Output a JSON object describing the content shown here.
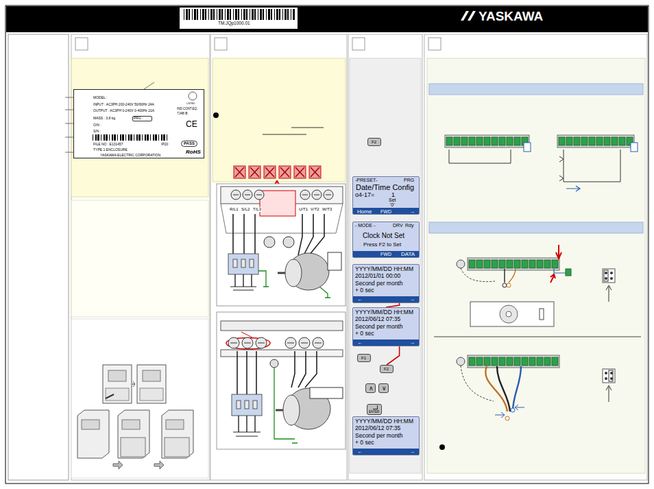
{
  "diagram": {
    "nodes": [
      {
        "text": [
          "MODEL :",
          "INPUT : AC3PH 200-240V 50/60Hz 24A",
          "OUTPUT : AC3PH 0-240V 0-400Hz 21A",
          "MASS : 3.8 kg",
          "O/N :",
          "S/N :",
          "FILE NO : E131457",
          "TYPE 1 ENCLOSURE",
          "YASKAWA ELECTRIC CORPORATION",
          "PRG :",
          "IND.CONT.EQ.",
          "7J48 B",
          "LISTED",
          "IP20",
          "PASS",
          "RoHS",
          "CE"
        ]
      },
      {
        "text": [
          "-PRESET-",
          "PRG",
          "Date/Time Config",
          "o4-17=",
          "1",
          "Set",
          "'0'",
          "Home",
          "FWD",
          "→"
        ]
      },
      {
        "text": [
          "- MODE -",
          "DRV",
          "Rdy",
          "Clock Not Set",
          "Press F2 to Set",
          "FWD",
          "DATA"
        ]
      },
      {
        "text": [
          "YYYY/MM/DD HH:MM",
          "2012/01/01 00:00",
          "Second per month",
          "+   0 sec",
          "←",
          "→"
        ]
      },
      {
        "text": [
          "YYYY/MM/DD HH:MM",
          "2012/06/12 07:35",
          "Second per month",
          "+   0 sec",
          "←",
          "→"
        ]
      },
      {
        "text": [
          "YYYY/MM/DD HH:MM",
          "2012/06/12 07:35",
          "Second per month",
          "+   0 sec",
          "←",
          "→"
        ]
      },
      {
        "text": [
          "F2"
        ]
      },
      {
        "text": [
          "F1"
        ]
      },
      {
        "text": [
          "F2"
        ]
      },
      {
        "text": [
          "∧"
        ]
      },
      {
        "text": [
          "∨"
        ]
      },
      {
        "text": [
          "ENTER"
        ]
      }
    ],
    "edges": [
      {
        "from": 3,
        "to": 4,
        "arrow": "none"
      },
      {
        "from": 4,
        "to": 8,
        "arrow": "none"
      }
    ],
    "labels": [
      "TM.JQp1000.01",
      "YASKAWA",
      "R/L1",
      "S/L2",
      "T/L3",
      "U/T1",
      "V/T2",
      "W/T3"
    ]
  }
}
